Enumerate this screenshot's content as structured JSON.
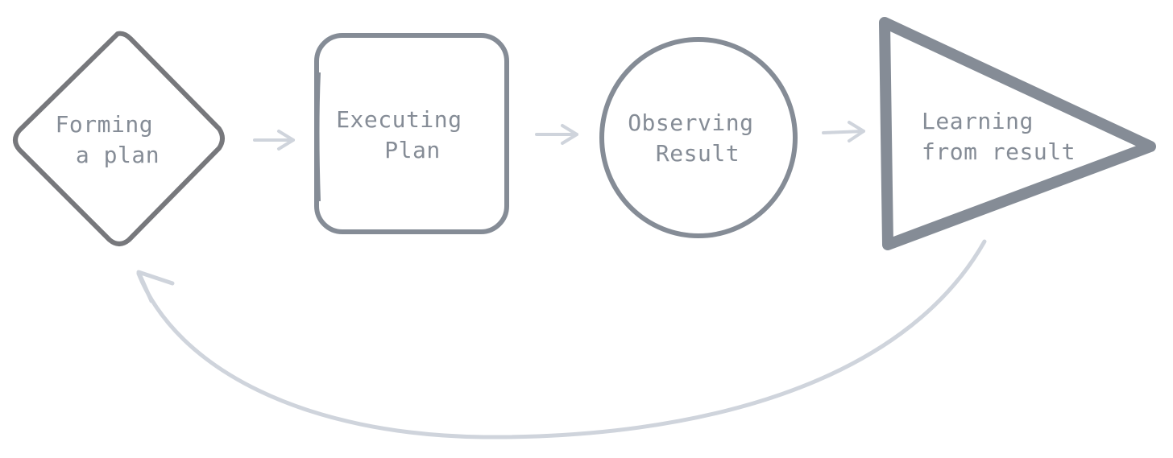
{
  "colors": {
    "background": "#ffffff",
    "diamond_stroke": "#77787c",
    "shape_stroke": "#858c96",
    "label_text": "#858c96",
    "arrow": "#cfd4dc"
  },
  "nodes": [
    {
      "shape": "diamond",
      "lines": [
        "Forming",
        "a plan"
      ]
    },
    {
      "shape": "rounded-square",
      "lines": [
        "Executing",
        "Plan"
      ]
    },
    {
      "shape": "circle",
      "lines": [
        "Observing",
        "Result"
      ]
    },
    {
      "shape": "triangle",
      "lines": [
        "Learning",
        "from result"
      ]
    }
  ],
  "edges": [
    {
      "from": 0,
      "to": 1
    },
    {
      "from": 1,
      "to": 2
    },
    {
      "from": 2,
      "to": 3
    },
    {
      "from": 3,
      "to": 0
    }
  ]
}
